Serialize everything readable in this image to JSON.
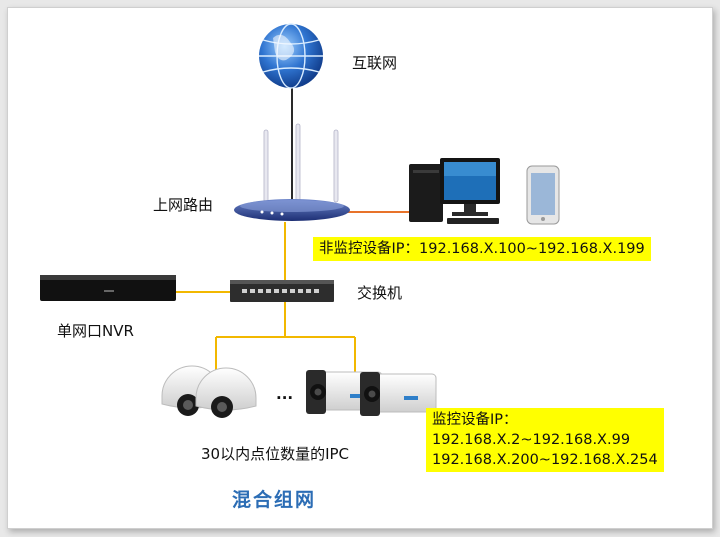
{
  "labels": {
    "internet": "互联网",
    "router": "上网路由",
    "switch": "交换机",
    "nvr": "单网口NVR",
    "ipc": "30以内点位数量的IPC",
    "dots": "..."
  },
  "boxes": {
    "non_monitor": "非监控设备IP：192.168.X.100~192.168.X.199",
    "monitor_title": "监控设备IP：",
    "monitor_range1": "192.168.X.2~192.168.X.99",
    "monitor_range2": "192.168.X.200~192.168.X.254"
  },
  "title": "混合组网",
  "colors": {
    "line_yellow": "#f2b800",
    "line_orange": "#e8732a",
    "line_dark": "#2a2a2a",
    "highlight": "#ffff00",
    "title_blue": "#2c6db5"
  }
}
